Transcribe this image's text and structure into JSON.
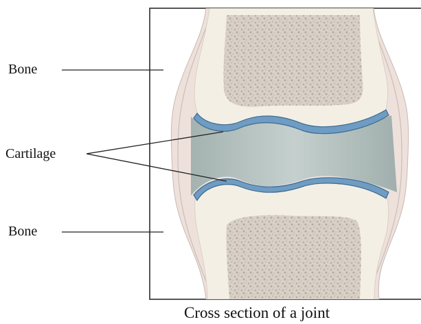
{
  "labels": {
    "bone_top": "Bone",
    "cartilage": "Cartilage",
    "bone_bottom": "Bone"
  },
  "caption": "Cross section of a joint",
  "colors": {
    "background": "#ffffff",
    "frame": "#2b2b2b",
    "bone": "#f3eee3",
    "spongy_bone": "#d8d0c6",
    "capsule": "#e6d3cc",
    "cartilage": "#5f8fb8",
    "joint_cavity": "#a9b9b6",
    "leader_line": "#222222"
  }
}
